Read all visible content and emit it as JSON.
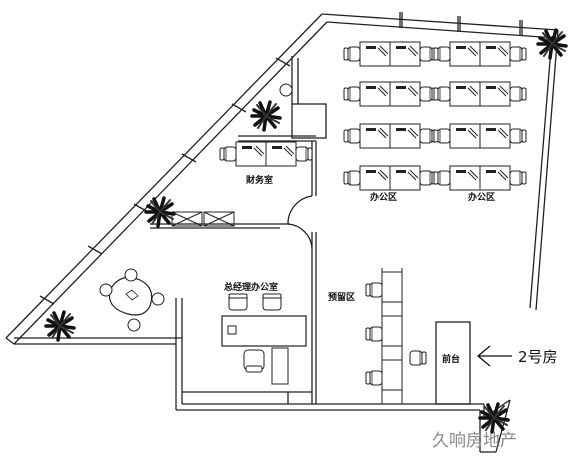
{
  "rooms": {
    "office_area_left": "办公区",
    "office_area_right": "办公区",
    "finance_room": "财务室",
    "gm_office": "总经理办公室",
    "waiting_area": "预留区",
    "reception": "前台"
  },
  "marker": {
    "label": "2号房",
    "arrow": "arrow-left-icon"
  },
  "watermark": "久响房地产"
}
